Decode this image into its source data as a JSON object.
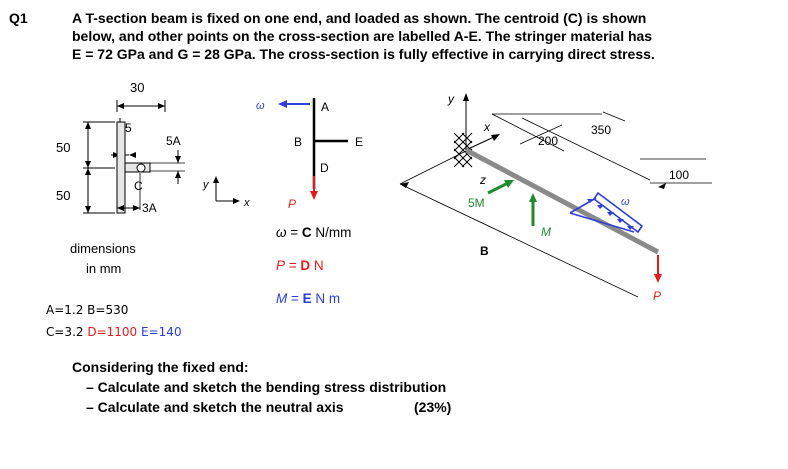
{
  "question": {
    "number": "Q1",
    "lines": [
      "A T-section beam is fixed on one end, and loaded as shown. The centroid (C) is shown",
      "below, and other points on the cross-section are labelled A-E. The stringer material has",
      "E = 72 GPa and G = 28 GPa. The cross-section is fully effective in carrying direct stress."
    ]
  },
  "cross_section": {
    "dim_top": "30",
    "dim_web": "5",
    "dim_5A": "5A",
    "dim_50_upper": "50",
    "dim_50_lower": "50",
    "label_C": "C",
    "dim_3A": "3A",
    "axis_y": "y",
    "axis_x": "x",
    "units_line1": "dimensions",
    "units_line2": "in mm"
  },
  "values": {
    "line1": "A=1.2 B=530",
    "c_value": "C=3.2",
    "d_value": "D=1100",
    "e_value": "E=140"
  },
  "load_diagram": {
    "omega": "ω",
    "A": "A",
    "B": "B",
    "E": "E",
    "D": "D",
    "P": "P"
  },
  "legend": {
    "omega_sym": "ω",
    "omega_eq": " = ",
    "omega_var": "C",
    "omega_unit": " N/mm",
    "p_sym": "P",
    "p_eq": " = ",
    "p_var": "D",
    "p_unit": " N",
    "m_sym": "M",
    "m_eq": " = ",
    "m_var": "E",
    "m_unit": " N m"
  },
  "beam_3d": {
    "y": "y",
    "x": "x",
    "z": "z",
    "dim_200": "200",
    "dim_350": "350",
    "dim_100": "100",
    "moment": "5M",
    "M": "M",
    "omega": "ω",
    "B": "B",
    "P": "P"
  },
  "task": {
    "intro": "Considering the fixed end:",
    "item1": "– Calculate and sketch the bending stress distribution",
    "item2": "– Calculate and sketch the neutral axis",
    "weight": "(23%)"
  },
  "colors": {
    "red": "#e41b1b",
    "blue": "#2d3ed8",
    "green": "#1f8a2e",
    "gray": "#8a8a8a"
  }
}
